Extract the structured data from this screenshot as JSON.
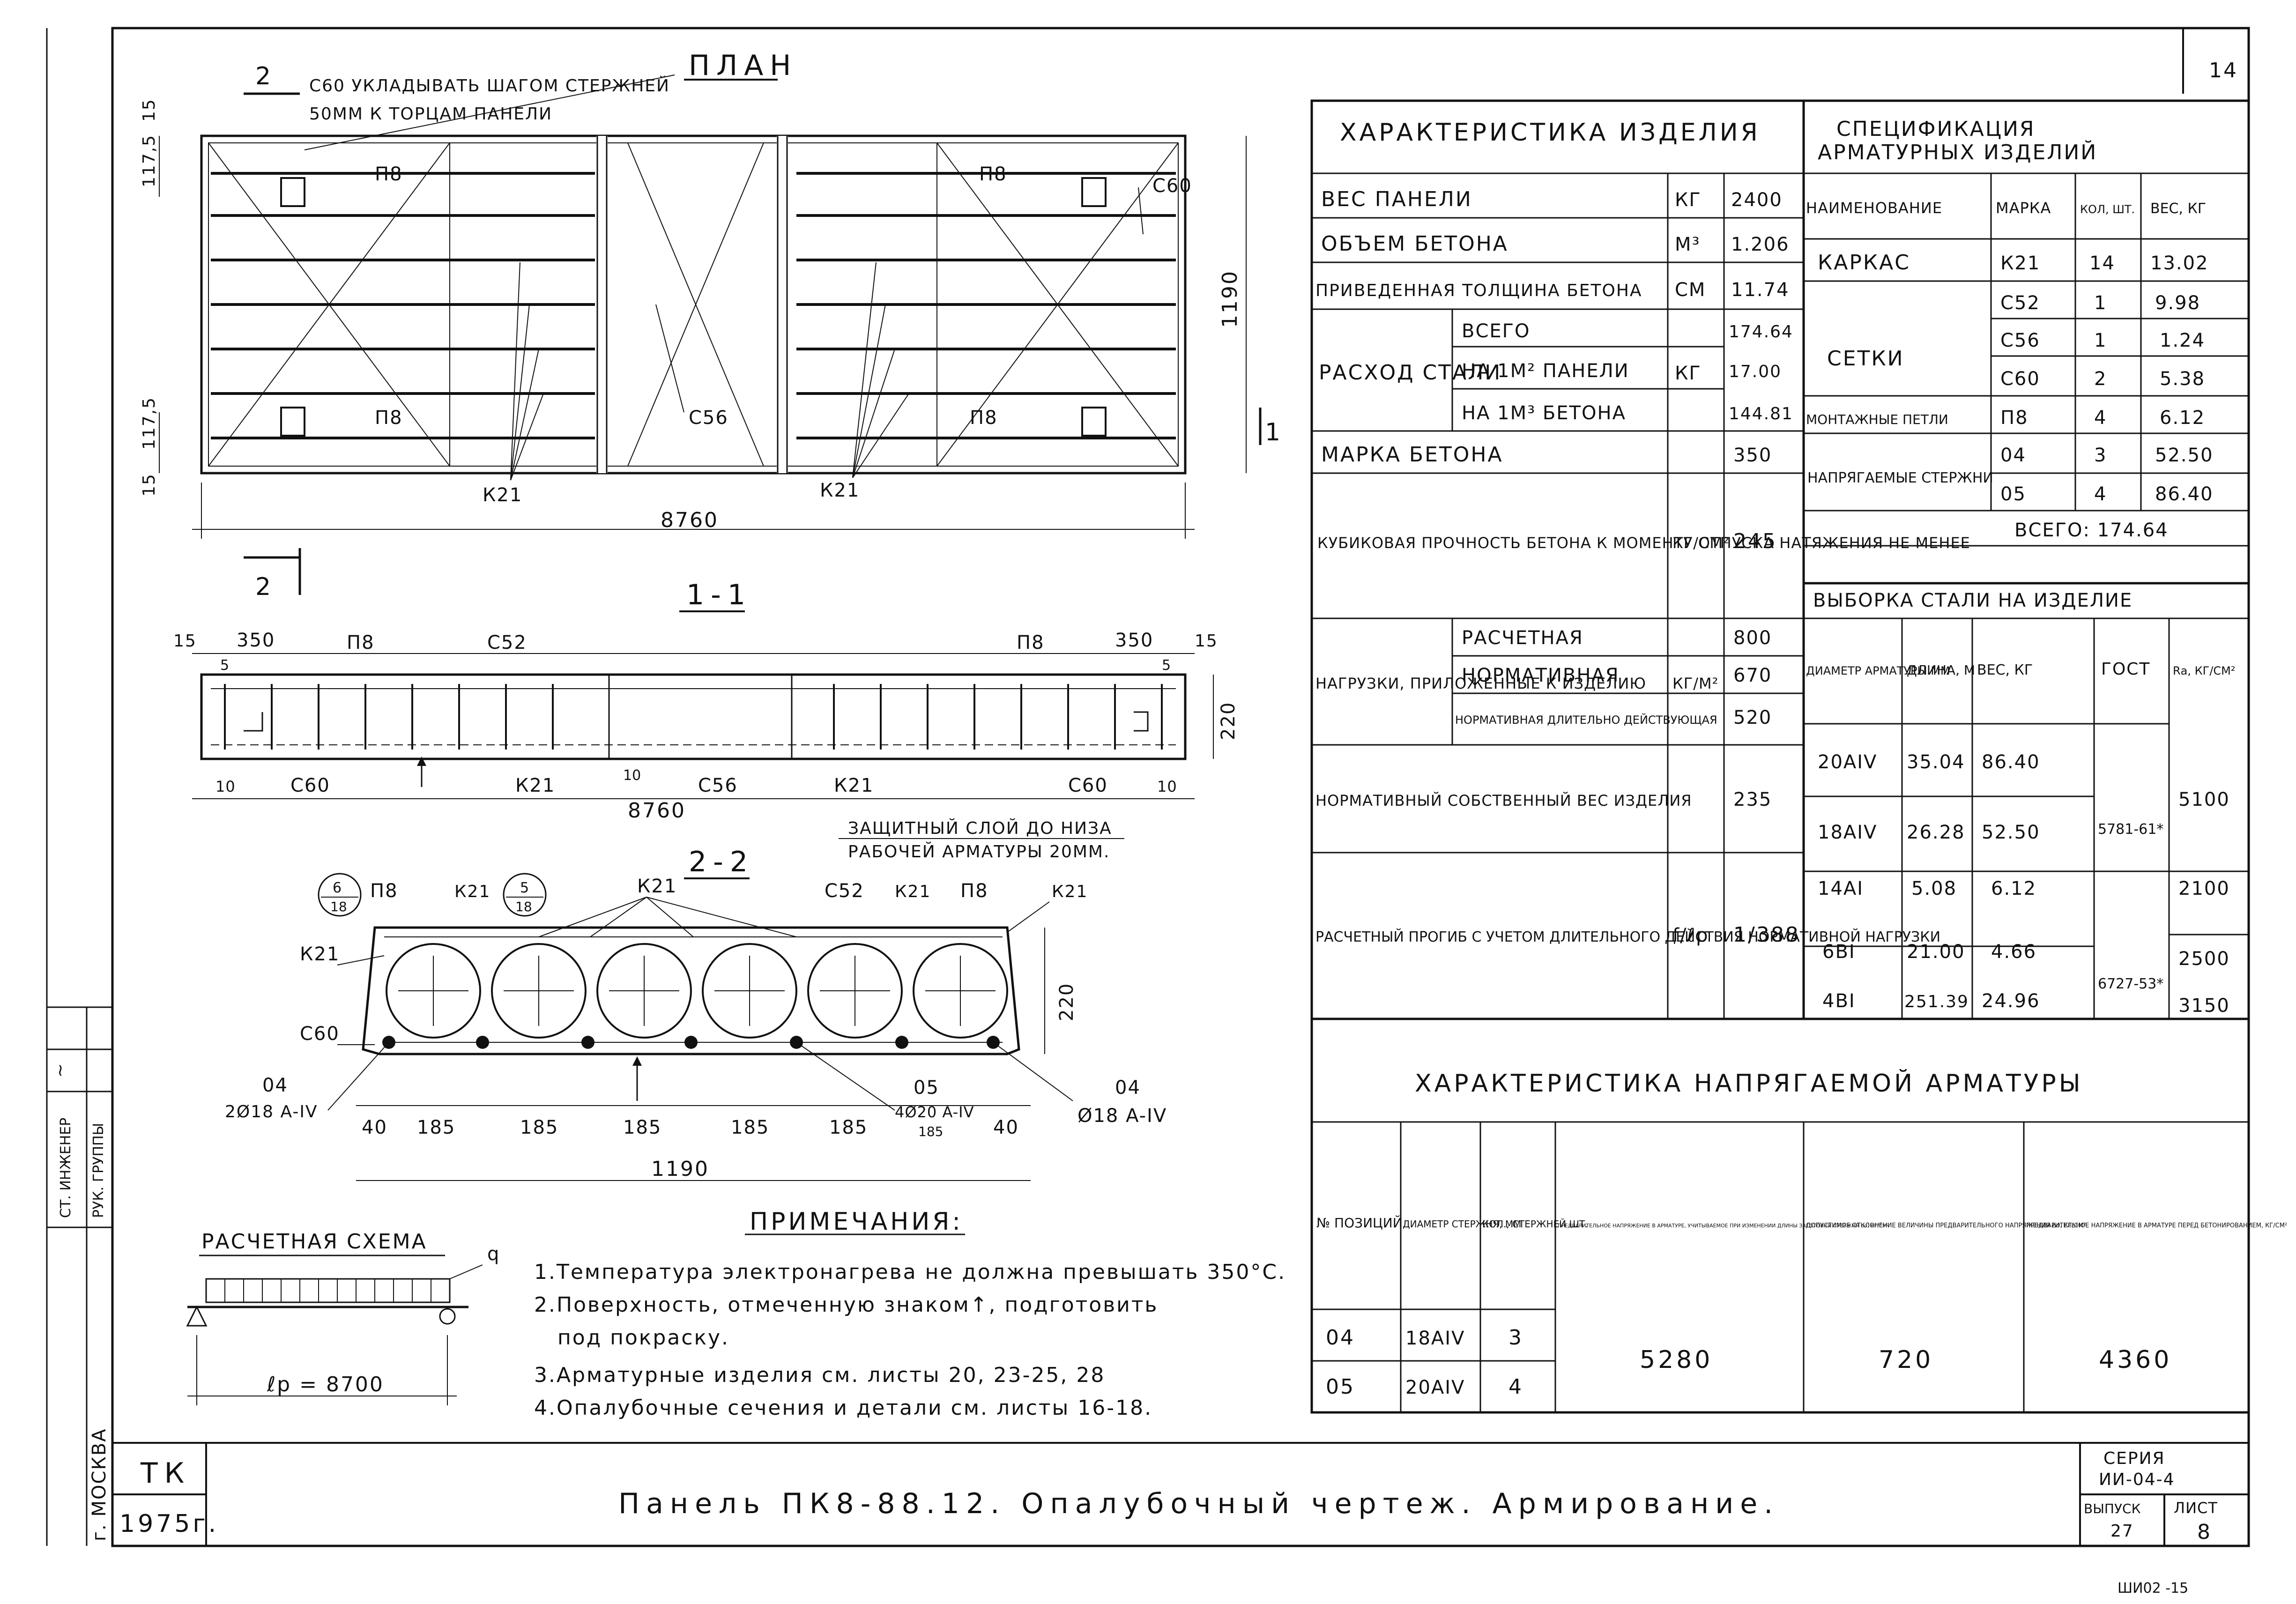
{
  "sheet": {
    "page_number": "14",
    "footer_number": "ШИ02  -15"
  },
  "title_block": {
    "org": "ТК",
    "year": "1975г.",
    "title": "Панель ПК8-88.12. Опалубочный чертеж. Армирование.",
    "series_label": "СЕРИЯ",
    "series_value": "ИИ-04-4",
    "issue_label": "ВЫПУСК",
    "issue_value": "27",
    "sheet_label": "ЛИСТ",
    "sheet_value": "8"
  },
  "left_stamp": {
    "city": "г. МОСКВА",
    "roles": [
      "РУК. ГРУППЫ",
      "СТ. ИНЖЕНЕР"
    ]
  },
  "plan": {
    "title": "ПЛАН",
    "section_mark": "2",
    "note": "С60 УКЛАДЫВАТЬ ШАГОМ СТЕРЖНЕЙ 50ММ К ТОРЦАМ ПАНЕЛИ",
    "labels": [
      "П8",
      "П8",
      "П8",
      "П8",
      "С60",
      "С56",
      "К21",
      "К21"
    ],
    "dims": {
      "length": "8760",
      "width": "1190",
      "top1": "117,5",
      "top2": "15",
      "bot1": "15",
      "bot2": "117,5"
    },
    "section_cut": "1"
  },
  "section11": {
    "title": "1-1",
    "labels": [
      "П8",
      "С52",
      "П8",
      "С60",
      "К21",
      "С56",
      "К21",
      "С60"
    ],
    "dims": {
      "end_left": "15",
      "end_right": "15",
      "loop_left": "350",
      "loop_right": "350",
      "small": "5",
      "height": "220",
      "length": "8760",
      "edge_left": "10",
      "edge_right": "10",
      "offset": "10"
    },
    "note": "ЗАЩИТНЫЙ СЛОЙ ДО НИЗА РАБОЧЕЙ АРМАТУРЫ 20ММ."
  },
  "section22": {
    "title": "2-2",
    "labels": [
      "П8",
      "К21",
      "К21",
      "С52",
      "К21",
      "П8",
      "К21",
      "К21",
      "С60"
    ],
    "circle_marks": [
      {
        "top": "6",
        "bottom": "18"
      },
      {
        "top": "5",
        "bottom": "18"
      }
    ],
    "rebar_labels": [
      "04",
      "2Ø18 A-IV",
      "05",
      "4Ø20 A-IV",
      "185",
      "04",
      "Ø18 A-IV"
    ],
    "dims": {
      "spacings": [
        "40",
        "185",
        "185",
        "185",
        "185",
        "185",
        "40"
      ],
      "width": "1190",
      "height": "220"
    }
  },
  "notes": {
    "title": "ПРИМЕЧАНИЯ:",
    "items": [
      "1.Температура электронагрева не должна превышать 350°С.",
      "2.Поверхность, отмеченную знаком↑, подготовить",
      "под покраску.",
      "3.Арматурные изделия см. листы 20, 23-25, 28",
      "4.Опалубочные сечения и детали см. листы 16-18."
    ]
  },
  "scheme": {
    "title": "РАСЧЕТНАЯ СХЕМА",
    "load": "q",
    "span": "ℓр = 8700"
  },
  "characteristics": {
    "header": "ХАРАКТЕРИСТИКА ИЗДЕЛИЯ",
    "rows": [
      {
        "name": "ВЕС ПАНЕЛИ",
        "unit": "КГ",
        "value": "2400"
      },
      {
        "name": "ОБЪЕМ БЕТОНА",
        "unit": "М³",
        "value": "1.206"
      },
      {
        "name": "ПРИВЕДЕННАЯ ТОЛЩИНА БЕТОНА",
        "unit": "СМ",
        "value": "11.74"
      }
    ],
    "steel_label": "РАСХОД СТАЛИ",
    "steel_unit": "КГ",
    "steel_rows": [
      {
        "name": "ВСЕГО",
        "value": "174.64"
      },
      {
        "name": "НА 1М² ПАНЕЛИ",
        "value": "17.00"
      },
      {
        "name": "НА 1М³ БЕТОНА",
        "value": "144.81"
      }
    ],
    "concrete": {
      "name": "МАРКА БЕТОНА",
      "value": "350"
    },
    "cube": {
      "name": "КУБИКОВАЯ ПРОЧНОСТЬ БЕТОНА К МОМЕНТУ ОТПУСКА НАТЯЖЕНИЯ НЕ МЕНЕЕ",
      "unit": "КГ/СМ²",
      "value": "245"
    },
    "loads_label": "НАГРУЗКИ, ПРИЛОЖЕННЫЕ К ИЗДЕЛИЮ",
    "loads_unit": "КГ/М²",
    "loads": [
      {
        "name": "РАСЧЕТНАЯ",
        "value": "800"
      },
      {
        "name": "НОРМАТИВНАЯ",
        "value": "670"
      },
      {
        "name": "НОРМАТИВНАЯ ДЛИТЕЛЬНО ДЕЙСТВУЮЩАЯ",
        "value": "520"
      }
    ],
    "self_weight": {
      "name": "НОРМАТИВНЫЙ СОБСТВЕННЫЙ ВЕС ИЗДЕЛИЯ",
      "value": "235"
    },
    "deflection": {
      "name": "РАСЧЕТНЫЙ ПРОГИБ С УЧЕТОМ ДЛИТЕЛЬНОГО ДЕЙСТВИЯ НОРМАТИВНОЙ НАГРУЗКИ",
      "unit": "f/ℓр",
      "value": "1/388"
    }
  },
  "specification": {
    "header": "СПЕЦИФИКАЦИЯ АРМАТУРНЫХ ИЗДЕЛИЙ",
    "columns": [
      "НАИМЕНОВАНИЕ",
      "МАРКА",
      "КОЛ, ШТ.",
      "ВЕС, КГ"
    ],
    "rows": [
      {
        "name": "КАРКАС",
        "mark": "К21",
        "qty": "14",
        "weight": "13.02"
      },
      {
        "name": "СЕТКИ",
        "mark": "С52",
        "qty": "1",
        "weight": "9.98"
      },
      {
        "name": "",
        "mark": "С56",
        "qty": "1",
        "weight": "1.24"
      },
      {
        "name": "",
        "mark": "С60",
        "qty": "2",
        "weight": "5.38"
      },
      {
        "name": "МОНТАЖНЫЕ ПЕТЛИ",
        "mark": "П8",
        "qty": "4",
        "weight": "6.12"
      },
      {
        "name": "НАПРЯГАЕМЫЕ СТЕРЖНИ",
        "mark": "04",
        "qty": "3",
        "weight": "52.50"
      },
      {
        "name": "",
        "mark": "05",
        "qty": "4",
        "weight": "86.40"
      }
    ],
    "total": "ВСЕГО: 174.64"
  },
  "steel_selection": {
    "header": "ВЫБОРКА СТАЛИ НА ИЗДЕЛИЕ",
    "columns": [
      "ДИАМЕТР АРМАТУРЫ ММ",
      "ДЛИНА, М",
      "ВЕС, КГ",
      "ГОСТ",
      "Rа, КГ/СМ²"
    ],
    "rows": [
      {
        "dia": "20AIV",
        "len": "35.04",
        "wt": "86.40",
        "ra": "5100"
      },
      {
        "dia": "18AIV",
        "len": "26.28",
        "wt": "52.50",
        "ra": ""
      },
      {
        "dia": "14AI",
        "len": "5.08",
        "wt": "6.12",
        "ra": "2100"
      },
      {
        "dia": "6BI",
        "len": "21.00",
        "wt": "4.66",
        "ra": "2500"
      },
      {
        "dia": "4BI",
        "len": "251.39",
        "wt": "24.96",
        "ra": "3150"
      }
    ],
    "gost1": "5781-61*",
    "gost2": "6727-53*"
  },
  "prestress": {
    "header": "ХАРАКТЕРИСТИКА НАПРЯГАЕМОЙ АРМАТУРЫ",
    "columns": [
      "№ ПОЗИЦИЙ",
      "ДИАМЕТР СТЕРЖНЯ, ММ",
      "КОЛ., СТЕРЖНЕЙ ШТ.",
      "ПРЕДВАРИТЕЛЬНОЕ НАПРЯЖЕНИЕ В АРМАТУРЕ, УЧИТЫВАЕМОЕ ПРИ ИЗМЕНЕНИИ ДЛИНЫ ЗАГОТОВКИ СТЕРЖНЯ σо, КГ/СМ²",
      "ДОПУСТИМОЕ ОТКЛОНЕНИЕ ВЕЛИЧИНЫ ПРЕДВАРИТЕЛЬНОГО НАПРЯЖЕНИЯ Δσ, КГ/СМ²",
      "ПРЕДВАРИТЕЛЬНОЕ НАПРЯЖЕНИЕ В АРМАТУРЕ ПЕРЕД БЕТОНИРОВАНИЕМ, КГ/СМ²"
    ],
    "rows": [
      {
        "pos": "04",
        "dia": "18AIV",
        "qty": "3"
      },
      {
        "pos": "05",
        "dia": "20AIV",
        "qty": "4"
      }
    ],
    "sigma0": "5280",
    "delta": "720",
    "sigma": "4360"
  }
}
